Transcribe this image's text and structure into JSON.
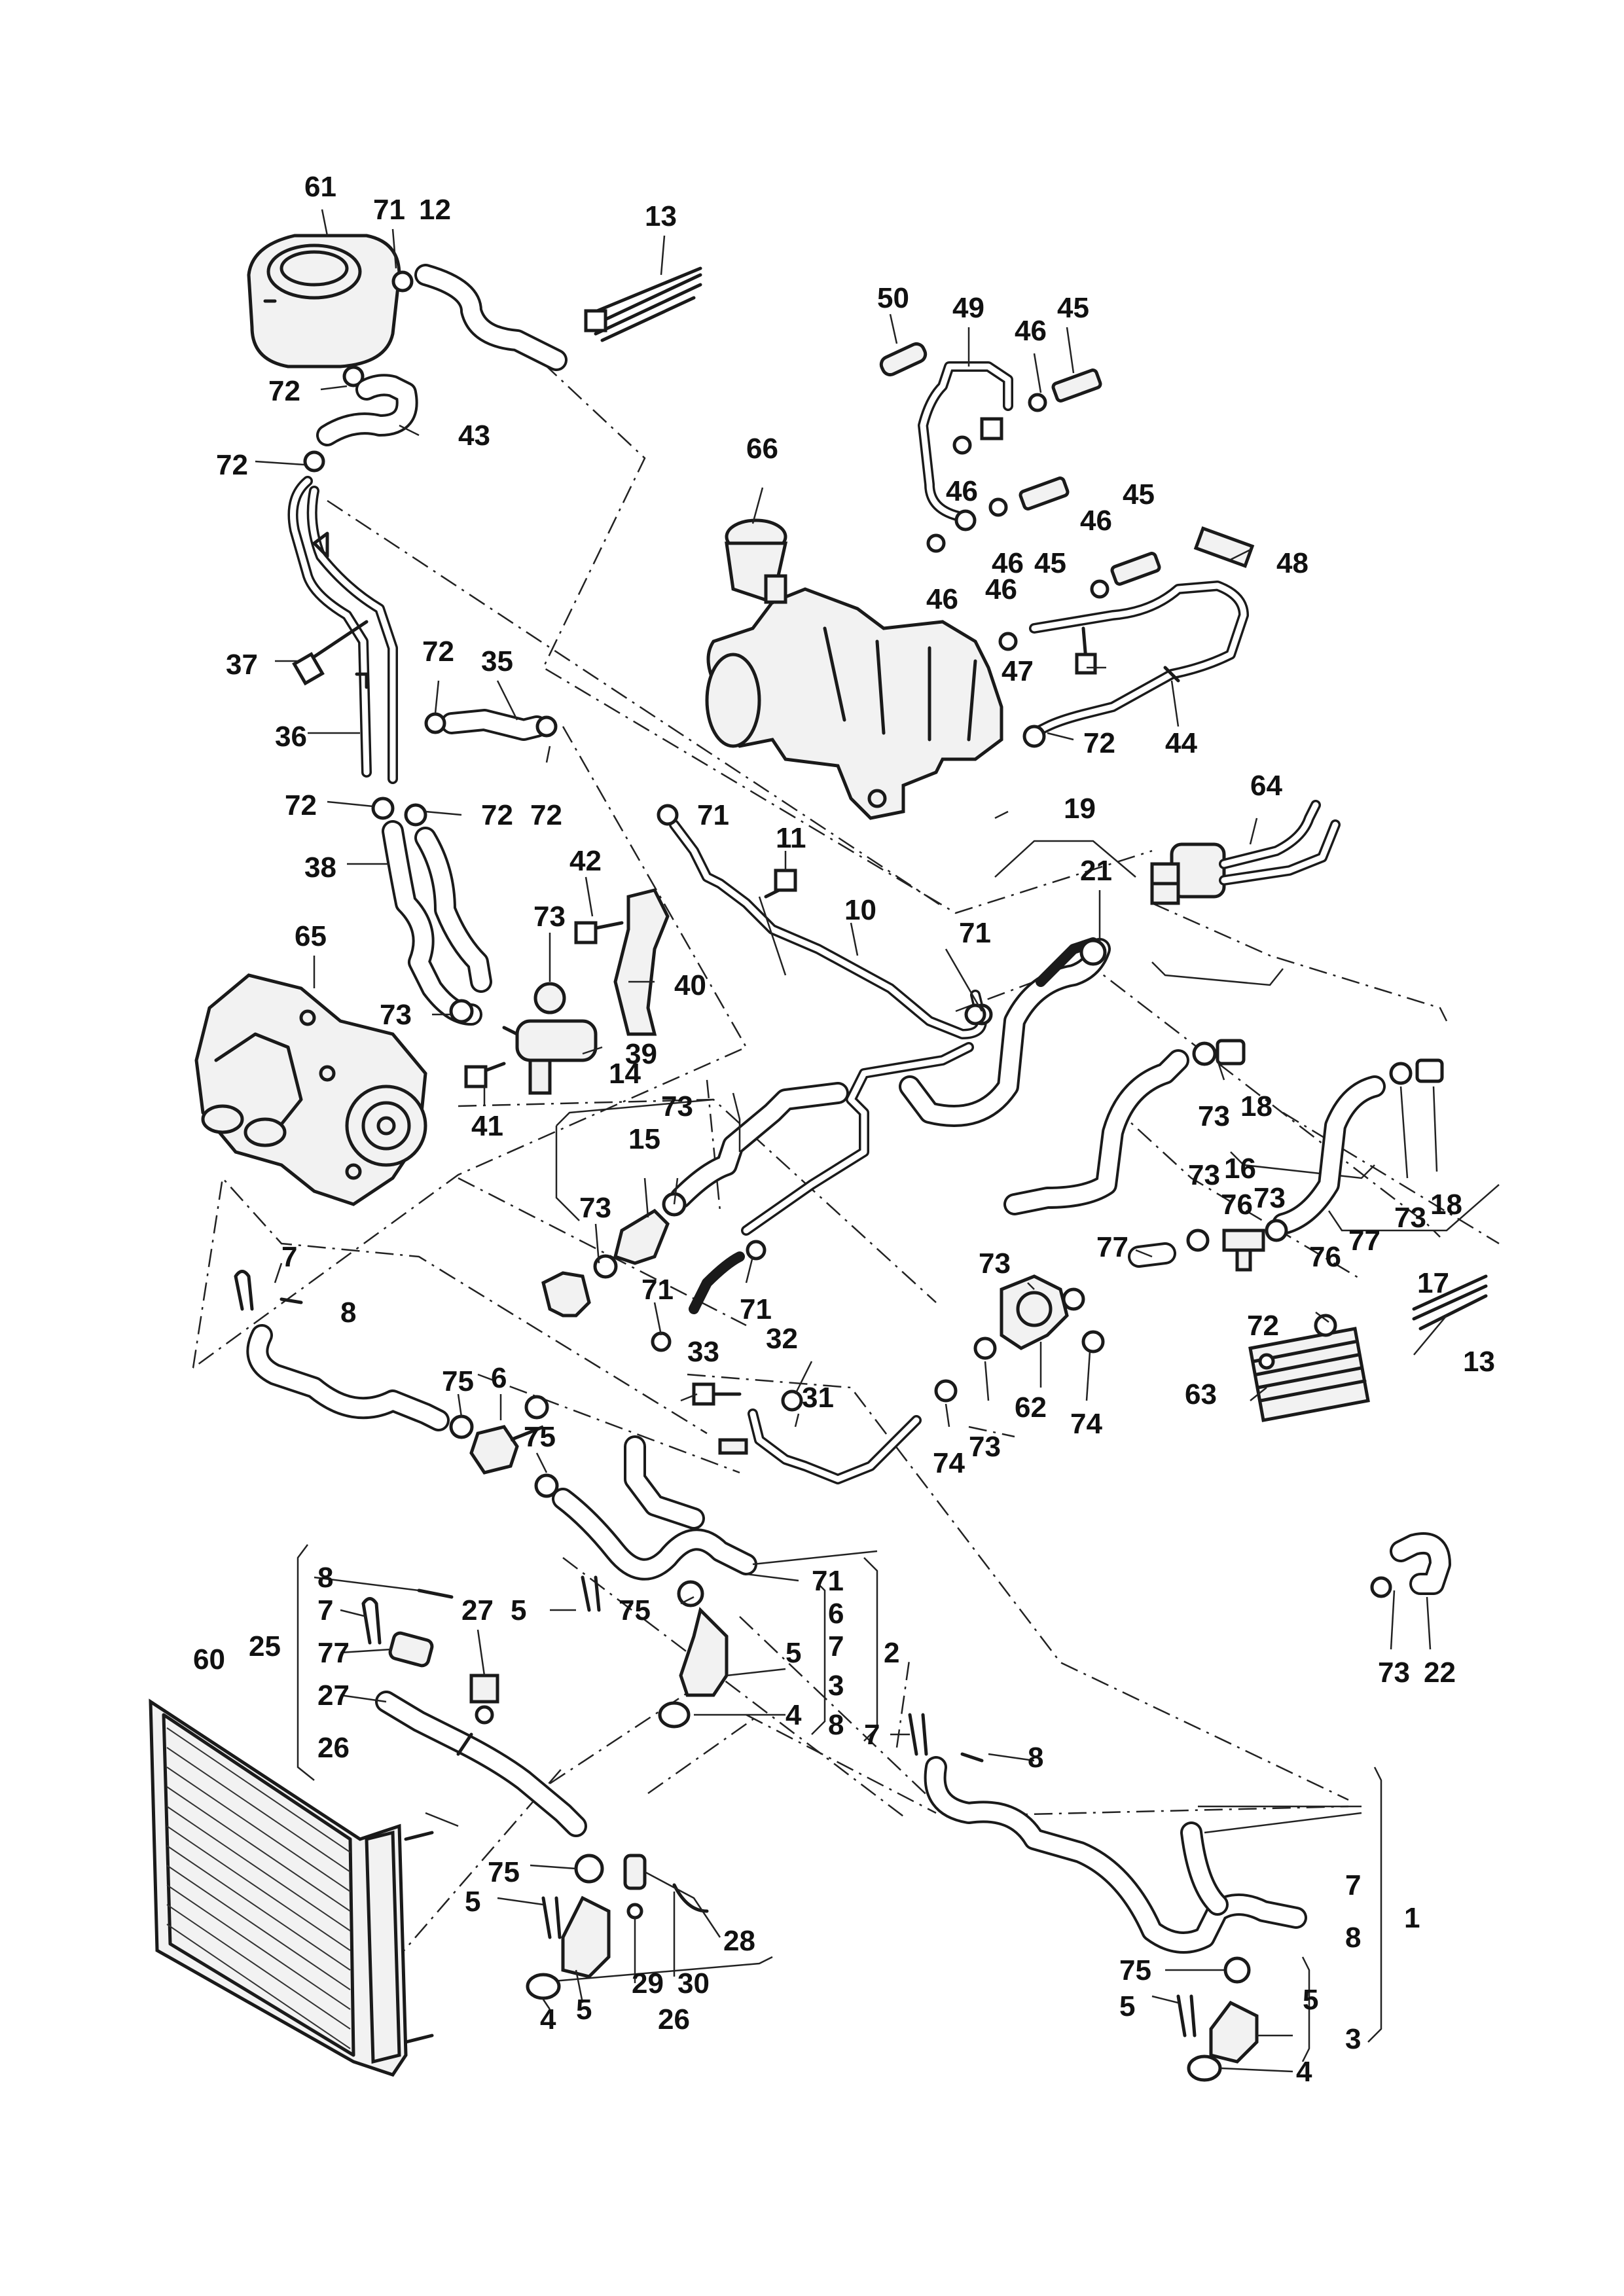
{
  "labels": {
    "61": "61",
    "71": "71",
    "12": "12",
    "13": "13",
    "72": "72",
    "43": "43",
    "37": "37",
    "36": "36",
    "35": "35",
    "38": "38",
    "42": "42",
    "73": "73",
    "40": "40",
    "65": "65",
    "39": "39",
    "41": "41",
    "66": "66",
    "50": "50",
    "49": "49",
    "46": "46",
    "45": "45",
    "48": "48",
    "47": "47",
    "44": "44",
    "19": "19",
    "64": "64",
    "21": "21",
    "11": "11",
    "10": "10",
    "14": "14",
    "15": "15",
    "18": "18",
    "16": "16",
    "76": "76",
    "77": "77",
    "17": "17",
    "7": "7",
    "8": "8",
    "6": "6",
    "75": "75",
    "33": "33",
    "32": "32",
    "31": "31",
    "62": "62",
    "63": "63",
    "74": "74",
    "22": "22",
    "60": "60",
    "25": "25",
    "27": "27",
    "26": "26",
    "5": "5",
    "2": "2",
    "3": "3",
    "4": "4",
    "1": "1",
    "28": "28",
    "29": "29",
    "30": "30"
  }
}
